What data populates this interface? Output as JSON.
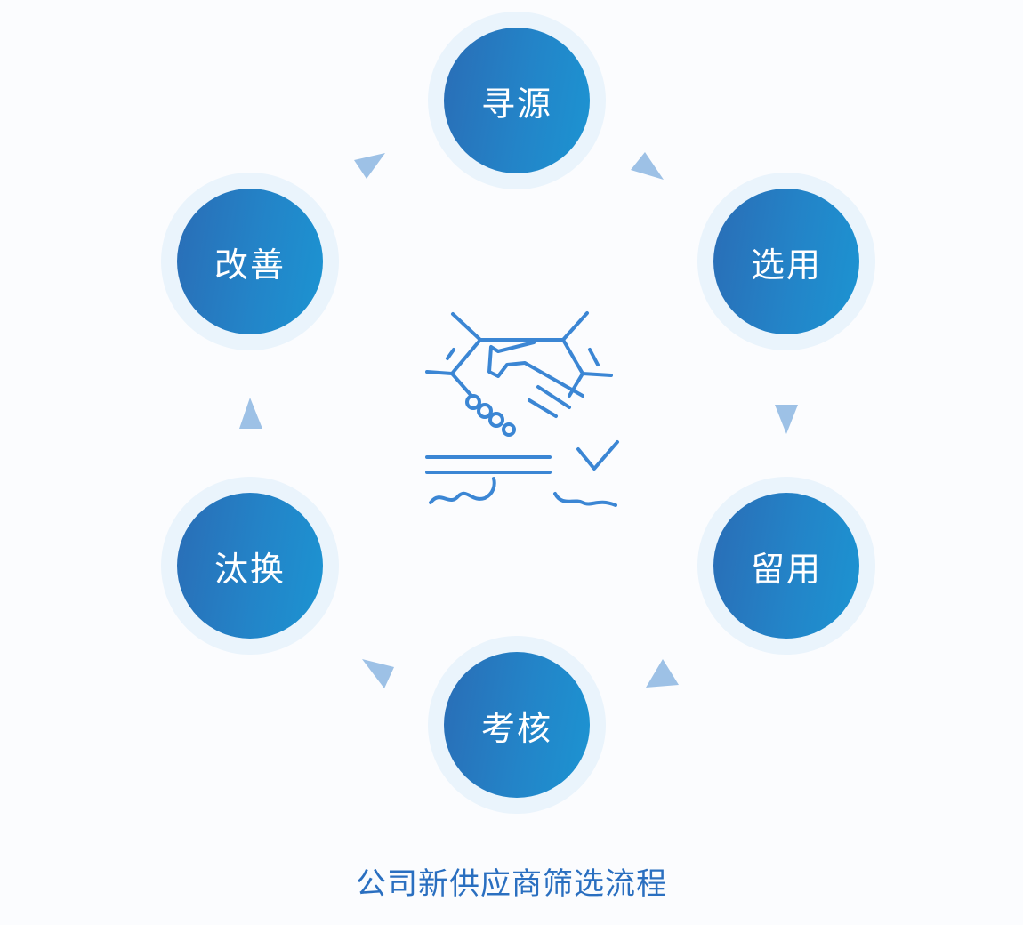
{
  "title": "公司新供应商筛选流程",
  "steps": [
    "寻源",
    "选用",
    "留用",
    "考核",
    "汰换",
    "改善"
  ],
  "colors": {
    "circle_start": "#2a6db6",
    "circle_end": "#1c94d2",
    "halo": "#eaf4fc",
    "arrow": "#9dc1e6",
    "icon": "#3b86d4",
    "caption": "#2a6fc0"
  }
}
